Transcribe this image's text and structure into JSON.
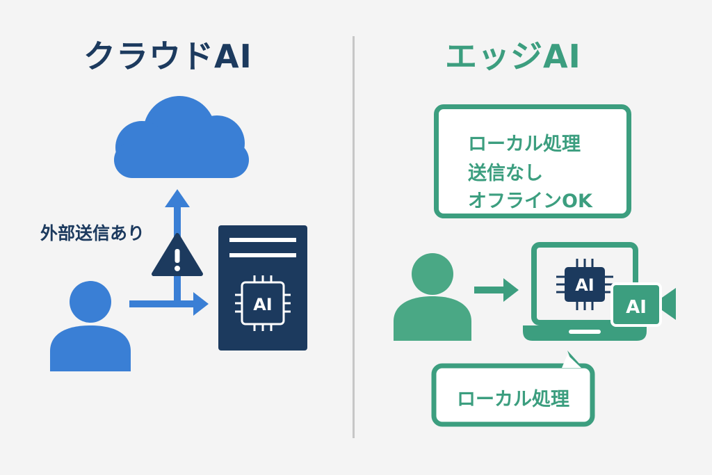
{
  "left": {
    "title": "クラウドAI",
    "send_label": "外部送信あり",
    "server_chip_label": "AI",
    "colors": {
      "primary": "#3a7fd5",
      "dark": "#1c3a5e"
    }
  },
  "right": {
    "title": "エッジAI",
    "info_lines": [
      "ローカル処理",
      "送信なし",
      "オフラインOK"
    ],
    "laptop_chip_label": "AI",
    "camera_label": "AI",
    "bubble_label": "ローカル処理",
    "colors": {
      "primary": "#3c9e7f"
    }
  },
  "icons": {
    "cloud": "cloud-icon",
    "warning": "warning-icon",
    "user": "user-icon",
    "chip": "chip-icon",
    "laptop": "laptop-icon",
    "camera": "video-camera-icon",
    "bubble": "speech-bubble-icon"
  }
}
